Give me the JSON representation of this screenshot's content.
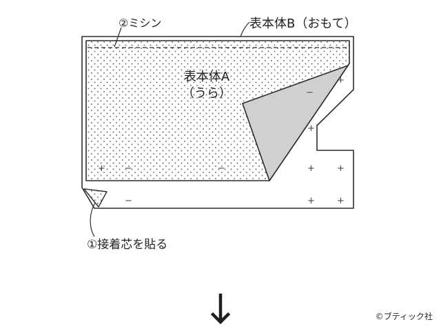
{
  "labels": {
    "stitch": "②ミシン",
    "fabric_b": "表本体B（おもて）",
    "fabric_a": "表本体A",
    "fabric_a_side": "（うら）",
    "interfacing": "①接着芯を貼る",
    "copyright": "©ブティック社"
  },
  "marks": {
    "plus": "+",
    "minus": "−"
  },
  "icons": {
    "next_step": "down-arrow-icon"
  },
  "colors": {
    "line": "#2b2b2b",
    "fold_fill": "#d0d0d0",
    "dot": "#6a6a6a",
    "background": "#ffffff"
  }
}
